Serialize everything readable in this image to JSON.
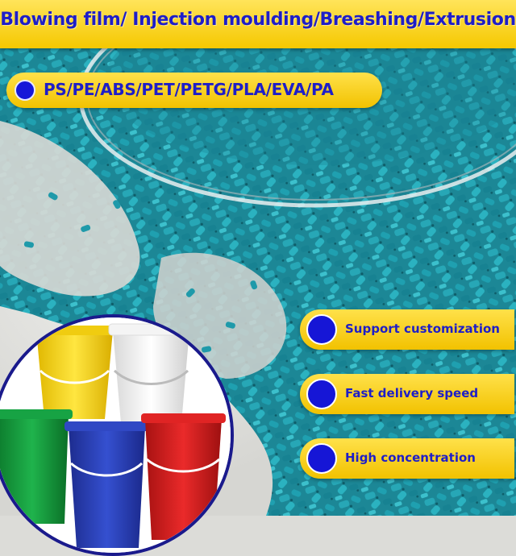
{
  "banner": {
    "title": "Blowing film/ Injection moulding/Breashing/Extrusion"
  },
  "materials": {
    "label": "PS/PE/ABS/PET/PETG/PLA/EVA/PA"
  },
  "features": [
    {
      "label": "Support customization"
    },
    {
      "label": "Fast delivery speed"
    },
    {
      "label": "High concentration"
    }
  ],
  "colors": {
    "banner_yellow": "#f5c800",
    "text_blue": "#1e1ec8",
    "dot_blue": "#1616d6",
    "pellet_teal": "#1f96a6",
    "bucket_yellow": "#f2d21a",
    "bucket_white": "#f4f4f4",
    "bucket_green": "#14a040",
    "bucket_blue": "#2a3fb5",
    "bucket_red": "#d81e1e"
  },
  "icons": {
    "bullet": "blue-circle-bullet-icon"
  }
}
